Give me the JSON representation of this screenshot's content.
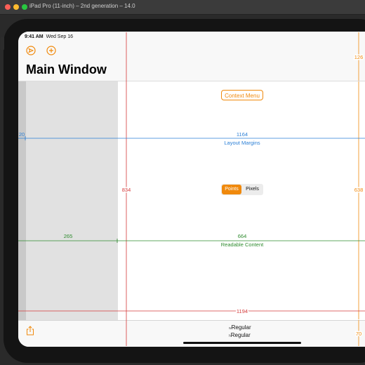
{
  "window": {
    "title": "iPad Pro (11-inch) – 2nd generation – 14.0"
  },
  "status_bar": {
    "time": "9:41 AM",
    "date": "Wed Sep 16"
  },
  "nav_bar": {
    "title": "Main Window",
    "left_icons": [
      "compose-icon",
      "add-icon"
    ]
  },
  "content": {
    "context_button": "Context Menu",
    "segmented": {
      "options": [
        "Points",
        "Pixels"
      ],
      "selected": "Points"
    }
  },
  "toolbar": {
    "icon": "share-icon",
    "size_class": {
      "w_prefix": "w",
      "w_value": "Regular",
      "h_prefix": "h",
      "h_value": "Regular"
    }
  },
  "measurements": {
    "layout_margin_left": "20",
    "layout_width": "1164",
    "layout_label": "Layout Margins",
    "readable_left": "265",
    "readable_width": "664",
    "readable_label": "Readable Content",
    "total_height": "834",
    "total_width": "1194",
    "nav_height": "126",
    "content_height": "638",
    "toolbar_height": "70"
  },
  "colors": {
    "accent": "#f0890c",
    "layout_margin": "#2a7fd6",
    "readable": "#2e8b2e",
    "total": "#d43a3a"
  }
}
